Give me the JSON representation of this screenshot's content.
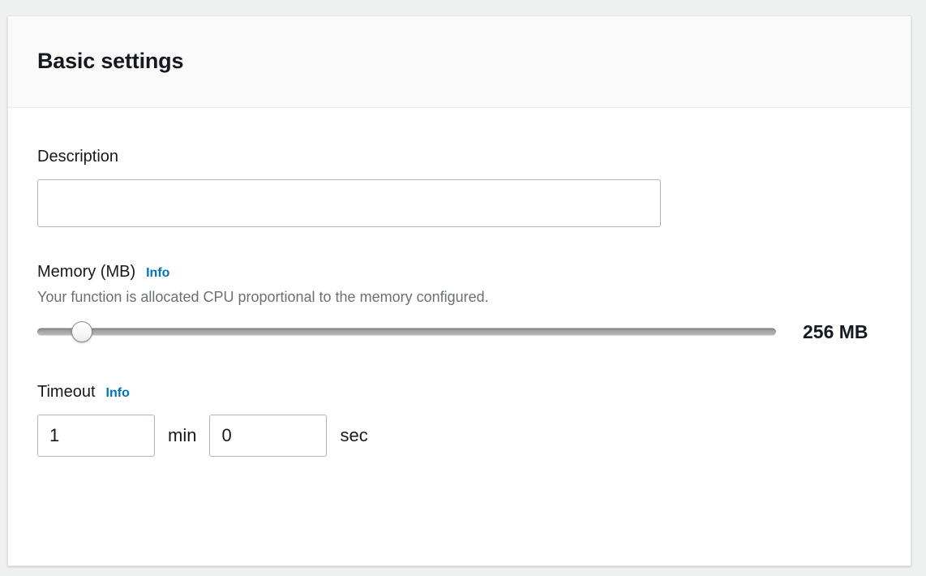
{
  "card": {
    "title": "Basic settings"
  },
  "description_field": {
    "label": "Description",
    "value": "",
    "placeholder": ""
  },
  "memory_field": {
    "label": "Memory (MB)",
    "info_label": "Info",
    "description": "Your function is allocated CPU proportional to the memory configured.",
    "value_label": "256 MB",
    "slider": {
      "value": 256,
      "min": 128,
      "max": 10240,
      "thumb_percent": 6
    }
  },
  "timeout_field": {
    "label": "Timeout",
    "info_label": "Info",
    "minutes_value": "1",
    "minutes_unit": "min",
    "seconds_value": "0",
    "seconds_unit": "sec"
  },
  "colors": {
    "accent_link": "#0073bb",
    "text_primary": "#16191f",
    "text_secondary": "#687078",
    "input_border": "#aab7b8",
    "page_background": "#eff0f0",
    "header_background": "#fafafa"
  }
}
